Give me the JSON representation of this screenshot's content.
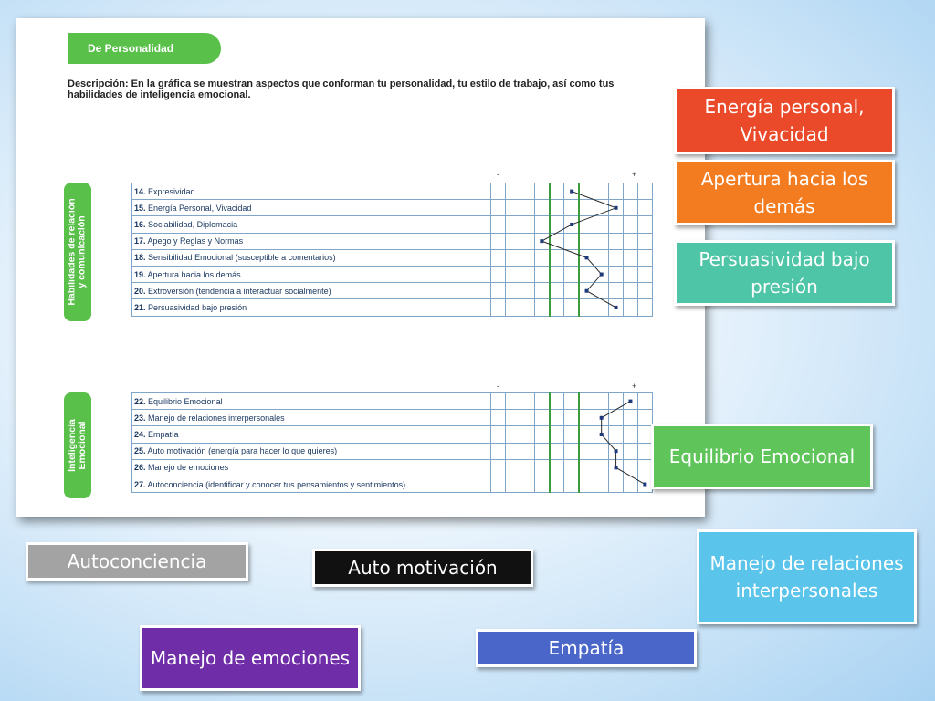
{
  "document": {
    "section_title": "De Personalidad",
    "description": "Descripción: En la gráfica se muestran aspectos que conforman tu personalidad, tu estilo de trabajo, así como tus habilidades de inteligencia emocional.",
    "scale_minus": "-",
    "scale_plus": "+",
    "group1": {
      "label_line1": "Habilidades de relación",
      "label_line2": "y comunicación",
      "rows": [
        {
          "num": "14.",
          "text": "Expresividad",
          "value": 5
        },
        {
          "num": "15.",
          "text": "Energía Personal, Vivacidad",
          "value": 8
        },
        {
          "num": "16.",
          "text": "Sociabilidad, Diplomacia",
          "value": 5
        },
        {
          "num": "17.",
          "text": "Apego y Reglas y Normas",
          "value": 3
        },
        {
          "num": "18.",
          "text": "Sensibilidad Emocional (susceptible a comentarios)",
          "value": 6
        },
        {
          "num": "19.",
          "text": "Apertura hacia los demás",
          "value": 7
        },
        {
          "num": "20.",
          "text": "Extroversión (tendencia a interactuar socialmente)",
          "value": 6
        },
        {
          "num": "21.",
          "text": "Persuasividad bajo presión",
          "value": 8
        }
      ]
    },
    "group2": {
      "label_line1": "Inteligencia",
      "label_line2": "Emocional",
      "rows": [
        {
          "num": "22.",
          "text": "Equilibrio  Emocional",
          "value": 9
        },
        {
          "num": "23.",
          "text": "Manejo de relaciones interpersonales",
          "value": 7
        },
        {
          "num": "24.",
          "text": "Empatía",
          "value": 7
        },
        {
          "num": "25.",
          "text": "Auto motivación (energía para hacer lo que quieres)",
          "value": 8
        },
        {
          "num": "26.",
          "text": "Manejo de emociones",
          "value": 8
        },
        {
          "num": "27.",
          "text": "Autoconciencia (identificar y conocer tus pensamientos y sentimientos)",
          "value": 10
        }
      ]
    }
  },
  "callouts": {
    "energia": {
      "text": "Energía personal, Vivacidad",
      "color": "#ea4a2a"
    },
    "apertura": {
      "text": "Apertura hacia los demás",
      "color": "#f47c20"
    },
    "persuasividad": {
      "text": "Persuasividad bajo presión",
      "color": "#4ec5a6"
    },
    "equilibrio": {
      "text": "Equilibrio Emocional",
      "color": "#5fc55a"
    },
    "manejo_relaciones": {
      "text": "Manejo de relaciones interpersonales",
      "color": "#5bc4ea"
    },
    "autoconciencia": {
      "text": "Autoconciencia",
      "color": "#a3a3a3"
    },
    "auto_motivacion": {
      "text": "Auto motivación",
      "color": "#111111"
    },
    "manejo_emociones": {
      "text": "Manejo de emociones",
      "color": "#6f2da8"
    },
    "empatia": {
      "text": "Empatía",
      "color": "#4a66c8"
    }
  }
}
